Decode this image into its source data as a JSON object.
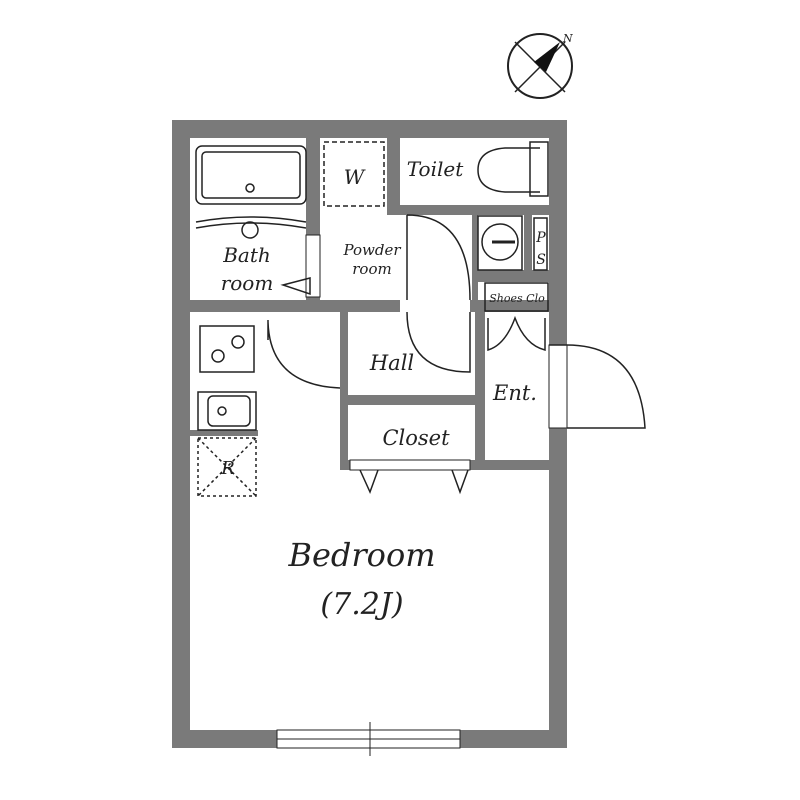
{
  "compass": {
    "north_label": "N"
  },
  "rooms": {
    "bath": {
      "line1": "Bath",
      "line2": "room"
    },
    "washer": "W",
    "powder": {
      "line1": "Powder",
      "line2": "room"
    },
    "toilet": "Toilet",
    "ps": {
      "line1": "P",
      "line2": "S"
    },
    "shoes": "Shoes Clo",
    "hall": "Hall",
    "entrance": "Ent.",
    "closet": "Closet",
    "fridge": "R",
    "bedroom": {
      "name": "Bedroom",
      "size": "(7.2J)"
    }
  },
  "colors": {
    "wall": "#7a7a7a",
    "line": "#222222"
  }
}
